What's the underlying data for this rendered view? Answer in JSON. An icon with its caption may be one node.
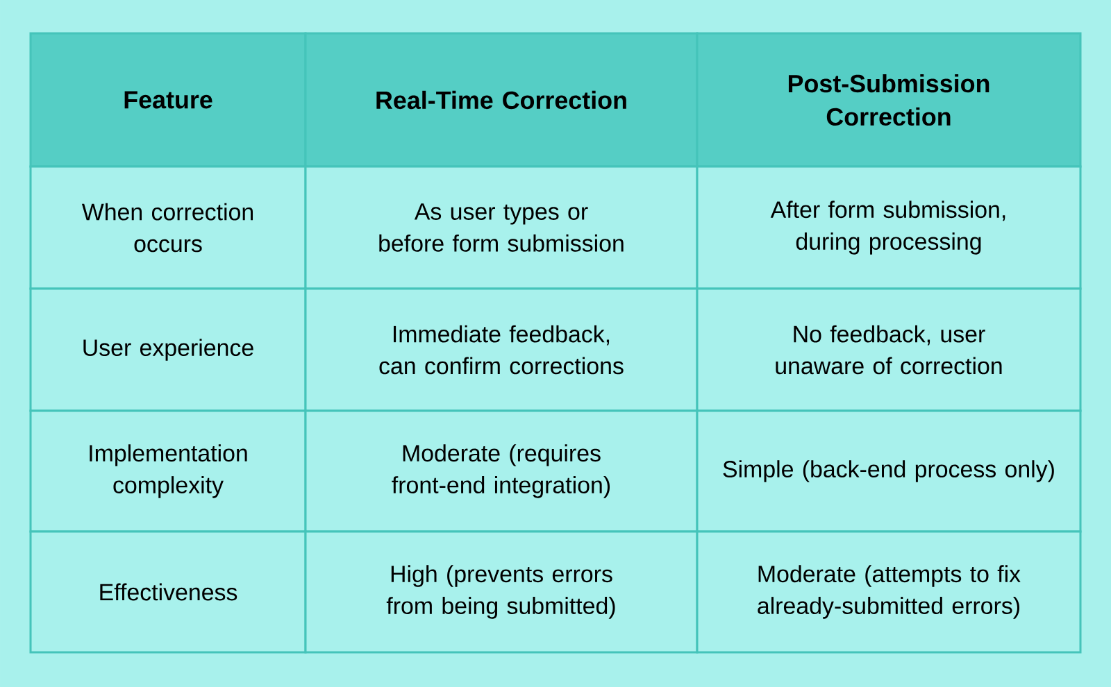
{
  "diagram": {
    "labels": [
      "Feature",
      "Real-Time Correction",
      "Post-Submission Correction",
      "When correction occurs",
      "As user types or before form submission",
      "After form submission, during processing",
      "User experience",
      "Immediate feedback, can confirm corrections",
      "No feedback, user unaware of correction",
      "Implementation complexity",
      "Moderate (requires front-end integration)",
      "Simple (back-end process only)",
      "Effectiveness",
      "High (prevents errors from being submitted)",
      "Moderate (attempts to fix already-submitted errors)"
    ]
  }
}
